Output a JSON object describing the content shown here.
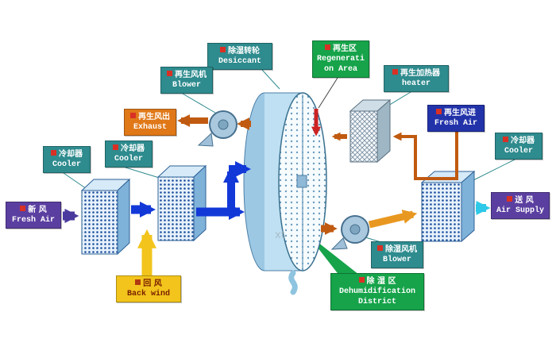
{
  "watermark": "xt",
  "colors": {
    "teal_label": "#2e8b8e",
    "green_label": "#16a34a",
    "orange_label": "#e07818",
    "purple_label": "#5b3fa0",
    "blue_label": "#2233aa",
    "yellow_label": "#f2c41c",
    "arrow_blue": "#1238d8",
    "arrow_purple": "#4b3a9e",
    "arrow_yellow": "#f2c41c",
    "arrow_orange": "#c05a10",
    "arrow_orange_light": "#e89820",
    "arrow_cyan": "#2ec8e8",
    "arrow_red": "#cc2222"
  },
  "labels": {
    "desiccant": {
      "zh": "除湿转轮",
      "en": "Desiccant"
    },
    "regeneration_area": {
      "zh": "再生区",
      "en_line1": "Regenerati",
      "en_line2": "on Area"
    },
    "regen_blower": {
      "zh": "再生风机",
      "en": "Blower"
    },
    "regen_heater": {
      "zh": "再生加热器",
      "en": "heater"
    },
    "exhaust": {
      "zh": "再生风出",
      "en": "Exhaust"
    },
    "regen_fresh_air": {
      "zh": "再生风进",
      "en": "Fresh Air"
    },
    "cooler_left": {
      "zh": "冷却器",
      "en": "Cooler"
    },
    "cooler_mid": {
      "zh": "冷却器",
      "en": "Cooler"
    },
    "cooler_right": {
      "zh": "冷却器",
      "en": "Cooler"
    },
    "fresh_air": {
      "zh": "新 风",
      "en": "Fresh Air"
    },
    "air_supply": {
      "zh": "送 风",
      "en": "Air Supply"
    },
    "back_wind": {
      "zh": "回 风",
      "en": "Back wind"
    },
    "dehum_blower": {
      "zh": "除湿风机",
      "en": "Blower"
    },
    "dehum_district": {
      "zh": "除 湿 区",
      "en_line1": "Dehumidification",
      "en_line2": "District"
    }
  }
}
